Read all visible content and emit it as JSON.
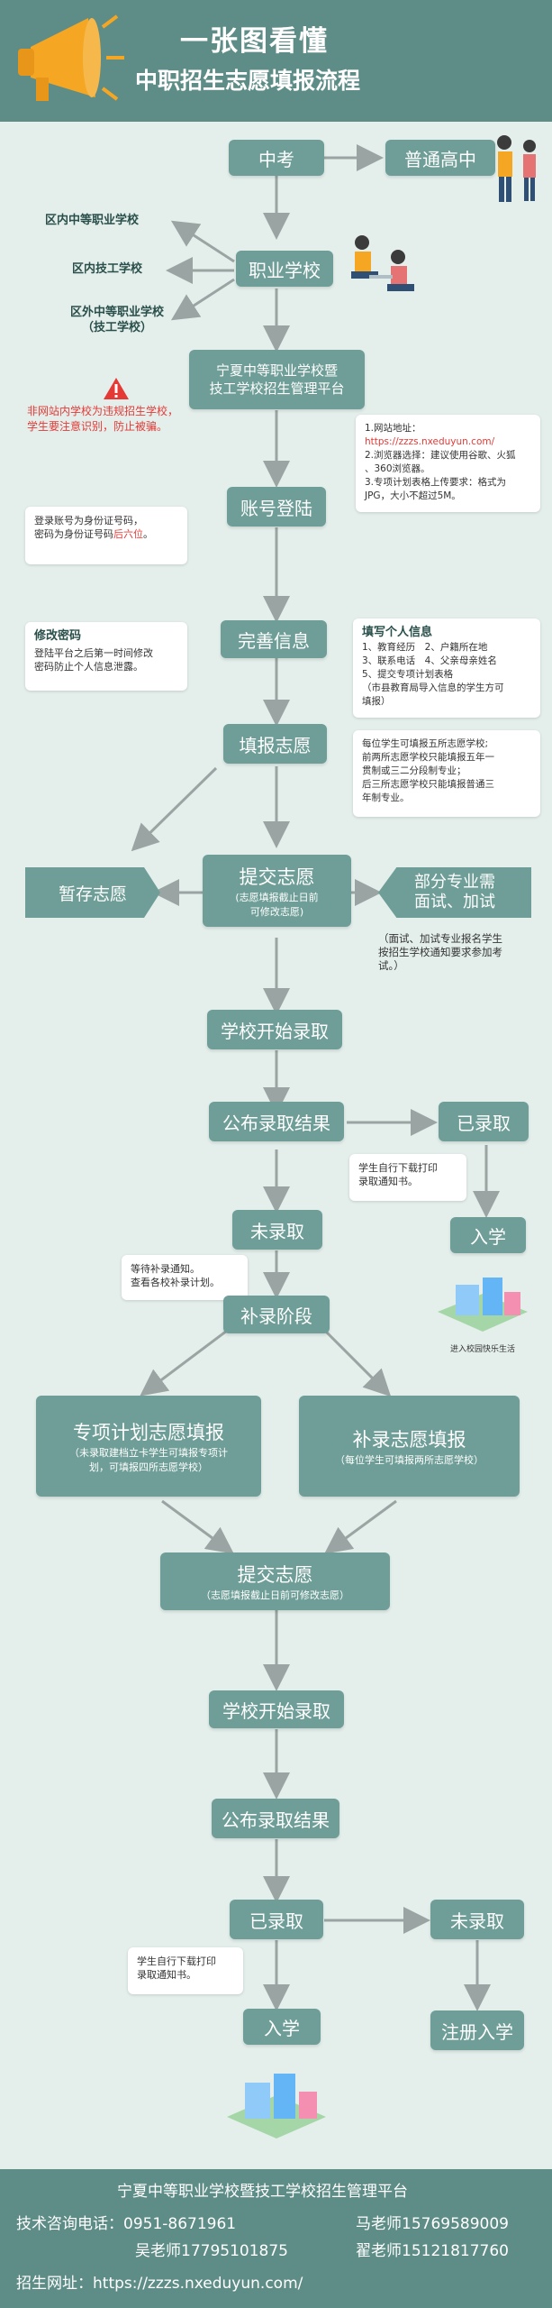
{
  "header": {
    "title": "一张图看懂",
    "subtitle": "中职招生志愿填报流程"
  },
  "flow": {
    "zhongkao": "中考",
    "putong": "普通高中",
    "zhiye": "职业学校",
    "school1": "区内中等职业学校",
    "school2": "区内技工学校",
    "school3a": "区外中等职业学校",
    "school3b": "（技工学校）",
    "platform_l1": "宁夏中等职业学校暨",
    "platform_l2": "技工学校招生管理平台",
    "warn_l1": "非网站内学校为违规招生学校，",
    "warn_l2": "学生要注意识别，防止被骗。",
    "site_l1": "1.网站地址：",
    "site_l2": "https://zzzs.nxeduyun.com/",
    "site_l3": "2.浏览器选择：建议使用谷歌、火狐",
    "site_l4": "、360浏览器。",
    "site_l5": "3.专项计划表格上传要求：格式为",
    "site_l6": "JPG，大小不超过5M。",
    "login": "账号登陆",
    "login_note_l1": "登录账号为身份证号码，",
    "login_note_l2a": "密码为身份证号码",
    "login_note_l2b": "后六位",
    "login_note_l2c": "。",
    "pw_title": "修改密码",
    "pw_l1": "登陆平台之后第一时间修改",
    "pw_l2": "密码防止个人信息泄露。",
    "wanshan": "完善信息",
    "info_title": "填写个人信息",
    "info_l1": "1、教育经历　2、户籍所在地",
    "info_l2": "3、联系电话　4、父亲母亲姓名",
    "info_l3": "5、提交专项计划表格",
    "info_l4": "（市县教育局导入信息的学生方可",
    "info_l5": "填报）",
    "tianbao": "填报志愿",
    "vol_l1": "每位学生可填报五所志愿学校;",
    "vol_l2": "前两所志愿学校只能填报五年一",
    "vol_l3": "贯制或三二分段制专业；",
    "vol_l4": "后三所志愿学校只能填报普通三",
    "vol_l5": "年制专业。",
    "zancun": "暂存志愿",
    "tijiao1": "提交志愿",
    "tijiao1_sub_l1": "(志愿填报截止日前",
    "tijiao1_sub_l2": "可修改志愿)",
    "bufen_l1": "部分专业需",
    "bufen_l2": "面试、加试",
    "bufen_note_l1": "（面试、加试专业报名学生",
    "bufen_note_l2": "按招生学校通知要求参加考",
    "bufen_note_l3": "试。）",
    "kaishi1": "学校开始录取",
    "gongbu1": "公布录取结果",
    "yiluqu1": "已录取",
    "dl_note1_l1": "学生自行下载打印",
    "dl_note1_l2": "录取通知书。",
    "ruxue1": "入学",
    "ruxue_caption": "进入校园快乐生活",
    "weiluqu1": "未录取",
    "wait_l1": "等待补录通知。",
    "wait_l2": "查看各校补录计划。",
    "bulu": "补录阶段",
    "zhuanxiang": "专项计划志愿填报",
    "zhuanxiang_sub_l1": "（未录取建档立卡学生可填报专项计",
    "zhuanxiang_sub_l2": "划，可填报四所志愿学校）",
    "buluvol": "补录志愿填报",
    "buluvol_sub": "（每位学生可填报两所志愿学校）",
    "tijiao2": "提交志愿",
    "tijiao2_sub": "（志愿填报截止日前可修改志愿）",
    "kaishi2": "学校开始录取",
    "gongbu2": "公布录取结果",
    "yiluqu2": "已录取",
    "weiluqu2": "未录取",
    "dl_note2_l1": "学生自行下载打印",
    "dl_note2_l2": "录取通知书。",
    "ruxue2": "入学",
    "zhuce": "注册入学"
  },
  "footer": {
    "org": "宁夏中等职业学校暨技工学校招生管理平台",
    "hotline_label": "技术咨询电话：",
    "hotline": "0951-8671961",
    "teacher1": "马老师15769589009",
    "teacher2": "吴老师17795101875",
    "teacher3": "翟老师15121817760",
    "site_label": "招生网址：",
    "site": "https://zzzs.nxeduyun.com/"
  },
  "colors": {
    "primary": "#6e9e97",
    "background": "#e4efec",
    "warning": "#e53935",
    "dark_band": "#5e8d87",
    "megaphone": "#f5a623"
  },
  "icons": [
    "megaphone-icon",
    "warning-icon",
    "students-illustration",
    "campus-illustration"
  ]
}
